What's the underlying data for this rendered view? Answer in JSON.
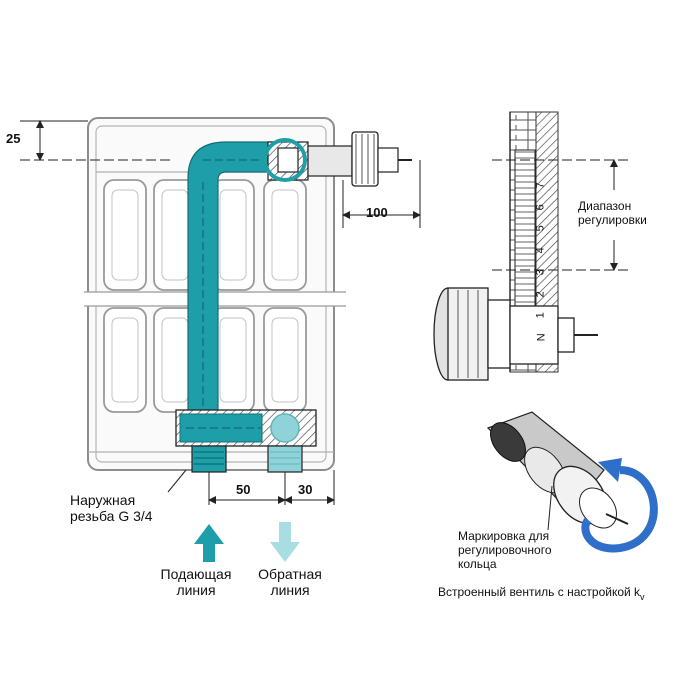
{
  "dimensions": {
    "top_offset": "25",
    "valve_distance": "100",
    "pipe_spacing": "50",
    "side_offset": "30"
  },
  "labels": {
    "external_thread_line1": "Наружная",
    "external_thread_line2": "резьба G 3/4",
    "supply_line1": "Подающая",
    "supply_line2": "линия",
    "return_line1": "Обратная",
    "return_line2": "линия",
    "adjust_range_line1": "Диапазон",
    "adjust_range_line2": "регулировки",
    "marking_line1": "Маркировка для",
    "marking_line2": "регулировочного",
    "marking_line3": "кольца",
    "builtin_valve": "Встроенный вентиль с настройкой k",
    "builtin_valve_sub": "v"
  },
  "scale_ticks": [
    "N",
    "1",
    "2",
    "3",
    "4",
    "5",
    "6",
    "7"
  ],
  "colors": {
    "pipe_teal": "#1e9ea8",
    "pipe_teal_light": "#8fd3d9",
    "outline": "#222222",
    "grey_line": "#9a9a9a",
    "rotation_arrow": "#2f6fc9"
  }
}
